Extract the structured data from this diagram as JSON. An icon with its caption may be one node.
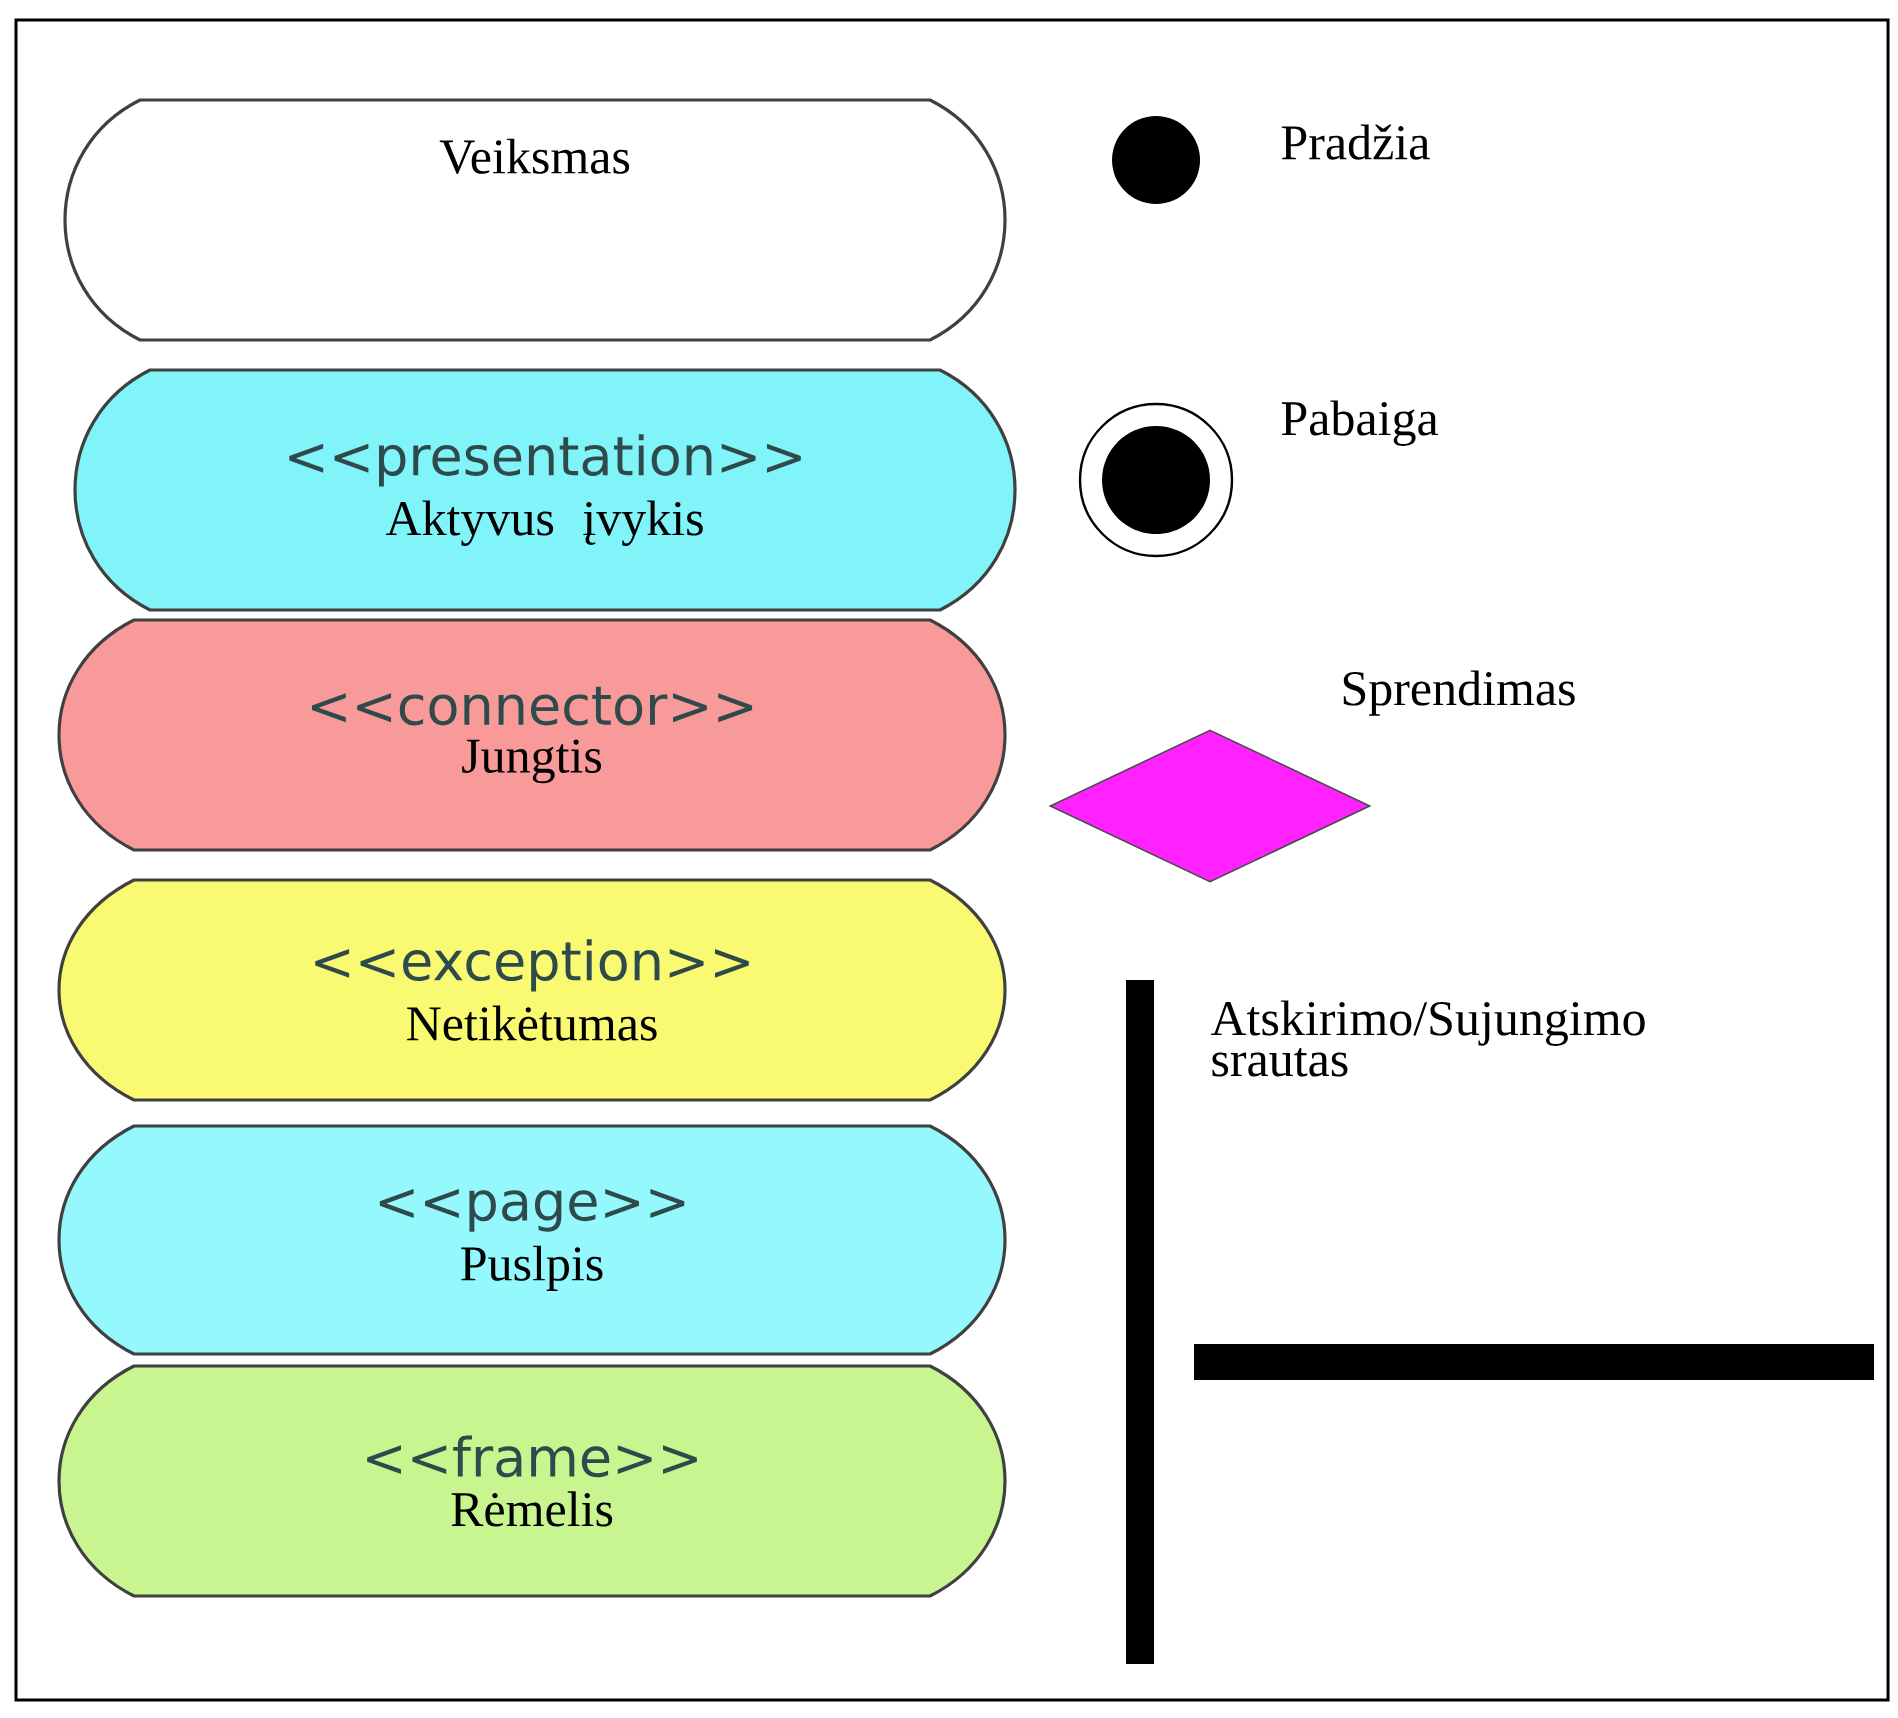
{
  "diagram": {
    "nodes": [
      {
        "text": [
          "Veiksmas"
        ]
      },
      {
        "text": [
          "<<presentation>>",
          "Aktyvus įvykis"
        ]
      },
      {
        "text": [
          "<<connector>>",
          "Jungtis"
        ]
      },
      {
        "text": [
          "<<exception>>",
          "Netikėtumas"
        ]
      },
      {
        "text": [
          "<<page>>",
          "Puslpis"
        ]
      },
      {
        "text": [
          "<<frame>>",
          "Rėmelis"
        ]
      },
      {
        "text": [],
        "shape": "circle",
        "beside": [
          "Pradžia"
        ]
      },
      {
        "text": [],
        "shape": "circle",
        "beside": [
          "Pabaiga"
        ]
      },
      {
        "text": [],
        "shape": "diamond",
        "beside": [
          "Sprendimas"
        ]
      },
      {
        "text": [],
        "shape": "bar",
        "beside": [
          "Atskirimo/Sujungimo srautas"
        ]
      },
      {
        "text": [],
        "shape": "bar"
      }
    ]
  }
}
